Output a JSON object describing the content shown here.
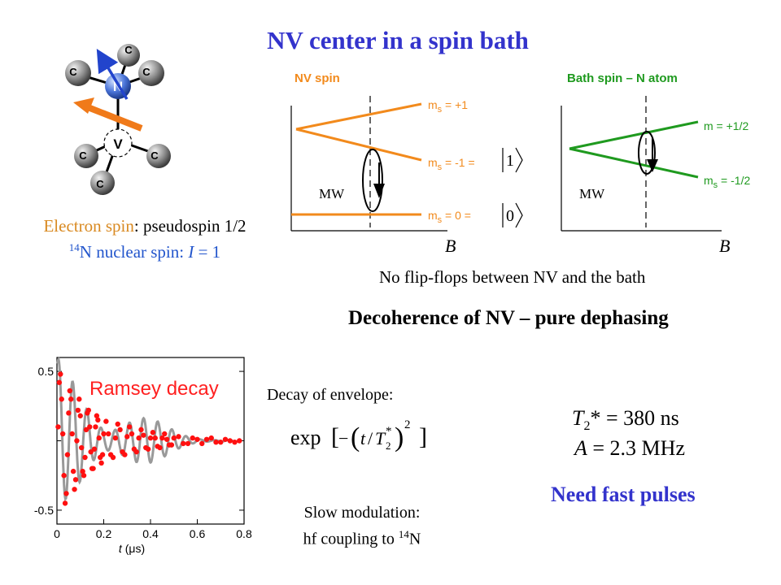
{
  "title": "NV center in a spin bath",
  "molecule": {
    "center_atom": "N",
    "vacancy": "V",
    "neighbors": [
      "C",
      "C",
      "C",
      "C",
      "C",
      "C"
    ]
  },
  "spin_info": {
    "electron_label": "Electron spin",
    "electron_rest": ": pseudospin 1/2",
    "nuclear_mass": "14",
    "nuclear_rest": "N nuclear spin: ",
    "nuclear_italic": "I",
    "nuclear_value": " = 1"
  },
  "nv_panel": {
    "label": "NV spin",
    "state_plus": "m",
    "state_plus_sub": "s",
    "state_plus_val": " = +1",
    "state_minus": "m",
    "state_minus_sub": "s",
    "state_minus_val": " = -1 = ",
    "state_minus_ket": "1",
    "state_zero": "m",
    "state_zero_sub": "s",
    "state_zero_val": " = 0 = ",
    "state_zero_ket": "0",
    "mw": "MW",
    "axis": "B"
  },
  "bath_panel": {
    "label": "Bath spin – N atom",
    "state_up": "m = +1/2",
    "state_down": "m",
    "state_down_sub": "s",
    "state_down_val": " = -1/2",
    "mw": "MW",
    "axis": "B"
  },
  "no_flip": "No  flip-flops between NV and the bath",
  "decoherence": "Decoherence of NV – pure dephasing",
  "ramsey_label": "Ramsey  decay",
  "decay_envelope": "Decay of envelope:",
  "formula": {
    "exp": "exp",
    "var_t": "t",
    "var_T": "T",
    "sub": "2",
    "star": "*",
    "power": "2"
  },
  "slow_mod_line1": "Slow modulation:",
  "slow_mod_line2_pre": "hf coupling to ",
  "slow_mod_sup": "14",
  "slow_mod_line2_post": "N",
  "t2_T": "T",
  "t2_sub": "2",
  "t2_rest": "* = 380 ns",
  "a_A": "A",
  "a_rest": " = 2.3 MHz",
  "need_fast": "Need fast pulses",
  "chart_data": {
    "type": "scatter",
    "title": "Ramsey  decay",
    "xlabel_var": "t",
    "xlabel_unit": "(μs)",
    "ylabel": "",
    "xlim": [
      0,
      0.8
    ],
    "ylim": [
      -0.6,
      0.6
    ],
    "x_ticks": [
      "0",
      "0.2",
      "0.4",
      "0.6",
      "0.8"
    ],
    "y_ticks": [
      "0.5",
      "-0.5"
    ],
    "fit_color": "#999999",
    "point_color": "#ff1010",
    "series": [
      {
        "values_x": [
          0.005,
          0.01,
          0.015,
          0.02,
          0.025,
          0.03,
          0.035,
          0.04,
          0.045,
          0.05,
          0.055,
          0.06,
          0.065,
          0.07,
          0.075,
          0.08,
          0.085,
          0.09,
          0.095,
          0.1,
          0.105,
          0.11,
          0.115,
          0.12,
          0.125,
          0.13,
          0.135,
          0.14,
          0.145,
          0.15,
          0.155,
          0.16,
          0.165,
          0.17,
          0.175,
          0.18,
          0.185,
          0.19,
          0.195,
          0.2,
          0.21,
          0.22,
          0.23,
          0.24,
          0.25,
          0.26,
          0.27,
          0.28,
          0.29,
          0.3,
          0.31,
          0.32,
          0.33,
          0.34,
          0.35,
          0.36,
          0.37,
          0.38,
          0.39,
          0.4,
          0.41,
          0.42,
          0.43,
          0.44,
          0.45,
          0.46,
          0.47,
          0.48,
          0.49,
          0.5,
          0.52,
          0.54,
          0.56,
          0.58,
          0.6,
          0.62,
          0.64,
          0.66,
          0.68,
          0.7,
          0.72,
          0.74,
          0.76,
          0.78
        ],
        "values_y": [
          0.1,
          0.42,
          0.48,
          0.3,
          0.05,
          -0.25,
          -0.45,
          -0.38,
          -0.1,
          0.2,
          0.36,
          0.3,
          0.05,
          -0.22,
          -0.35,
          -0.28,
          0.0,
          0.22,
          0.3,
          0.18,
          -0.05,
          -0.22,
          -0.25,
          -0.12,
          0.08,
          0.2,
          0.22,
          0.1,
          -0.08,
          -0.2,
          -0.2,
          -0.06,
          0.1,
          0.18,
          0.15,
          0.02,
          -0.12,
          -0.16,
          -0.1,
          0.05,
          0.14,
          0.05,
          -0.1,
          -0.12,
          0.02,
          0.12,
          0.08,
          -0.08,
          -0.1,
          0.03,
          0.1,
          0.05,
          -0.06,
          -0.08,
          0.02,
          0.08,
          0.04,
          -0.05,
          -0.06,
          0.02,
          0.06,
          0.02,
          -0.04,
          -0.05,
          0.02,
          0.05,
          0.01,
          -0.03,
          -0.03,
          0.02,
          0.03,
          -0.02,
          -0.02,
          0.02,
          0.01,
          -0.02,
          0.01,
          0.02,
          -0.01,
          -0.01,
          0.01,
          0.0,
          -0.01,
          0.0
        ]
      }
    ]
  },
  "colors": {
    "title": "#3333cc",
    "orange": "#f28a1c",
    "green": "#1f9a1f",
    "blue": "#2255cc",
    "red": "#ff1010"
  }
}
